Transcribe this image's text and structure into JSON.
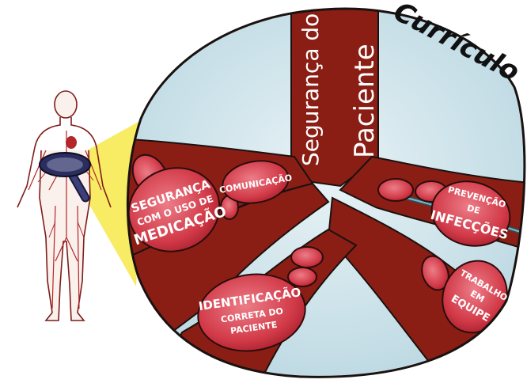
{
  "title": "Currículo",
  "trunk": {
    "left_text": "Segurança do",
    "right_text": "Paciente"
  },
  "topics": {
    "medicacao": {
      "lines": [
        "SEGURANÇA",
        "COM O USO DE",
        "MEDICAÇÃO"
      ]
    },
    "comunicacao": {
      "lines": [
        "COMUNICAÇÃO"
      ]
    },
    "infeccoes": {
      "lines": [
        "PREVENÇÃO",
        "DE",
        "INFECÇÕES"
      ]
    },
    "identificacao": {
      "lines": [
        "IDENTIFICAÇÃO",
        "CORRETA DO",
        "PACIENTE"
      ]
    },
    "equipe": {
      "lines": [
        "TRABALHO",
        "EM",
        "EQUIPE"
      ]
    }
  },
  "colors": {
    "vessel": "#8b1e14",
    "vessel_dark": "#5e120c",
    "cell": "#d23a48",
    "cell_light": "#ec7d88",
    "background_blue": "#cfe3ea",
    "beam": "#f6ea52",
    "outline": "#1a1210"
  },
  "icons": [
    "human-figure-icon",
    "magnifying-glass-icon"
  ]
}
